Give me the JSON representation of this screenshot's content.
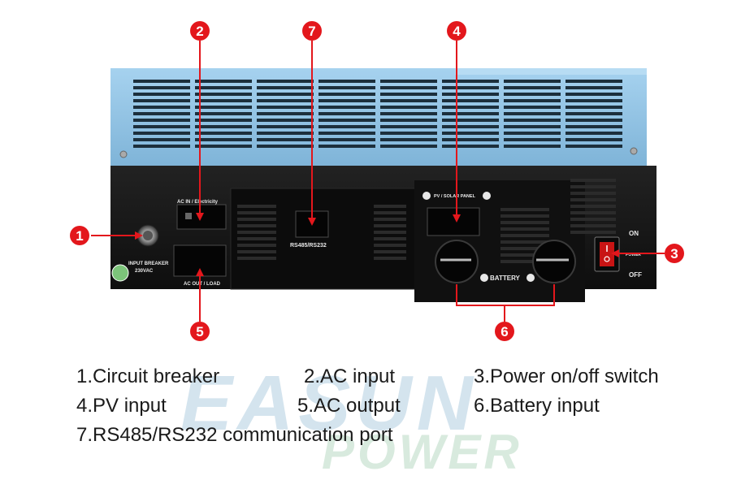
{
  "device_labels": {
    "ac_in": "AC IN / Electricity",
    "rs485": "RS485/RS232",
    "pv_panel": "PV / SOLAR PANEL",
    "battery": "BATTERY",
    "on": "ON",
    "off": "OFF",
    "power": "POWER",
    "input_breaker": "INPUT BREAKER",
    "voltage": "230VAC",
    "ac_out": "AC OUT / LOAD"
  },
  "callouts": [
    "1",
    "2",
    "3",
    "4",
    "5",
    "6",
    "7"
  ],
  "legend": {
    "item1": "1.Circuit breaker",
    "item2": "2.AC input",
    "item3": "3.Power on/off switch",
    "item4": "4.PV input",
    "item5": "5.AC output",
    "item6": "6.Battery input",
    "item7": "7.RS485/RS232 communication port"
  },
  "watermark": {
    "top": "EASUN",
    "bottom": "POWER"
  },
  "colors": {
    "callout_red": "#e3171c",
    "casing_blue": "#8ec1e3",
    "panel_black": "#141414"
  }
}
